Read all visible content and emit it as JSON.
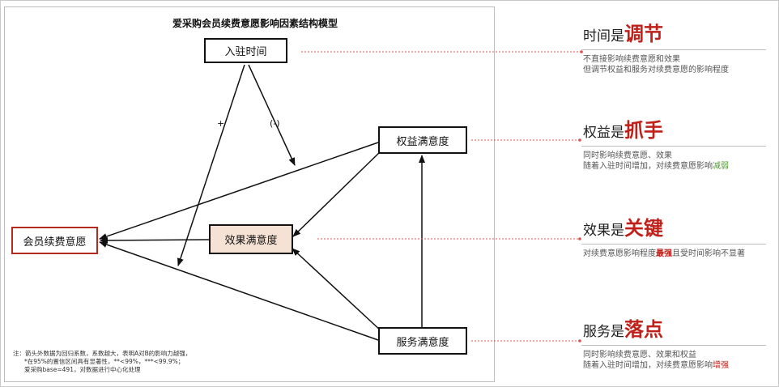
{
  "diagram": {
    "title": "爱采购会员续费意愿影响因素结构模型",
    "nodes": {
      "join_time": "入驻时间",
      "rights_satisfaction": "权益满意度",
      "effect_satisfaction": "效果满意度",
      "service_satisfaction": "服务满意度",
      "renewal_willingness": "会员续费意愿"
    },
    "edge_labels": {
      "plus": "+",
      "minus": "(-)"
    },
    "note": {
      "prefix": "注：",
      "line1": "箭头外数据为回归系数，系数越大，表明A对B的影响力越强，",
      "line2": "*在95%的置信区间具有显著性，**<99%，***<99.9%；",
      "line3": "爱采购base=491，对数据进行中心化处理"
    }
  },
  "callouts": [
    {
      "prefix": "时间是",
      "keyword": "调节",
      "line1": "不直接影响续费意愿和效果",
      "line2": "但调节权益和服务对续费意愿的影响程度"
    },
    {
      "prefix": "权益是",
      "keyword": "抓手",
      "line1": "同时影响续费意愿、效果",
      "line2_pre": "随着入驻时间增加，对续费意愿影响",
      "line2_em": "减弱"
    },
    {
      "prefix": "效果是",
      "keyword": "关键",
      "line1_pre": "对续费意愿影响程度",
      "line1_em": "最强",
      "line1_post": "且受时间影响不显著"
    },
    {
      "prefix": "服务是",
      "keyword": "落点",
      "line1": "同时影响续费意愿、效果和权益",
      "line2_pre": "随着入驻时间增加，对续费意愿影响",
      "line2_em": "增强"
    }
  ],
  "colors": {
    "accent_red": "#c0201a",
    "decrease_green": "#4e9a2e",
    "effect_fill": "#f6e2d5",
    "connector_red": "#d9534f"
  }
}
